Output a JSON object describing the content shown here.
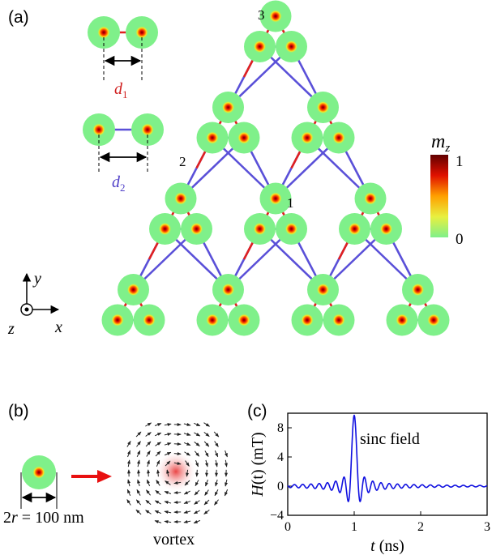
{
  "panel_a": {
    "label": "(a)",
    "site_labels": [
      "1",
      "2",
      "3"
    ],
    "d1_label": "d",
    "d1_sub": "1",
    "d2_label": "d",
    "d2_sub": "2",
    "axes": {
      "y": "y",
      "x": "x",
      "z": "z"
    },
    "colorbar": {
      "title": "m",
      "title_sub": "z",
      "max": "1",
      "min": "0"
    }
  },
  "panel_b": {
    "label": "(b)",
    "size_prefix": "2",
    "size_var": "r",
    "size_value": " = 100 nm",
    "vortex_label": "vortex"
  },
  "panel_c": {
    "label": "(c)",
    "annotation": "sinc field",
    "ylabel_main": "H",
    "ylabel_rest": "(t) (mT)",
    "xlabel_var": "t",
    "xlabel_rest": " (ns)",
    "chart_data": {
      "type": "line",
      "x_ticks": [
        "0",
        "1",
        "2",
        "3"
      ],
      "y_ticks": [
        "-4",
        "0",
        "4",
        "8"
      ],
      "xlim": [
        0,
        3
      ],
      "ylim": [
        -4,
        10
      ],
      "series": [
        {
          "pulse_center": 1.0,
          "peak": 9.7,
          "lobe_period": 0.062
        }
      ]
    }
  },
  "colors": {
    "disk": "#7ff08a",
    "bond_d1": "#e02020",
    "bond_d2": "#5a50d8",
    "curve": "#1010e0",
    "arrow": "#e81010"
  }
}
